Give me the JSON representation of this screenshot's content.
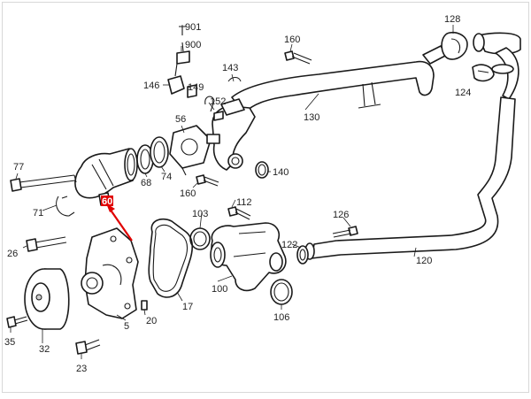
{
  "diagram": {
    "callouts": [
      "901",
      "900",
      "146",
      "149",
      "152",
      "143",
      "160",
      "128",
      "124",
      "130",
      "56",
      "68",
      "74",
      "140",
      "77",
      "71",
      "60",
      "160",
      "103",
      "112",
      "126",
      "122",
      "120",
      "26",
      "20",
      "17",
      "100",
      "106",
      "35",
      "32",
      "5",
      "23"
    ],
    "highlight_color": "#e00000",
    "highlighted_part": "60"
  }
}
